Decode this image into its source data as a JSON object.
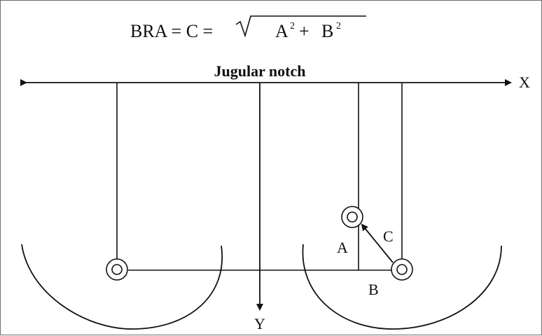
{
  "formula": {
    "lhs": "BRA = C = ",
    "a_term": "A",
    "plus": " + ",
    "b_term": "B",
    "exponent": "2"
  },
  "axis_labels": {
    "x_axis": "X",
    "y_axis": "Y",
    "top_label": "Jugular notch"
  },
  "segment_labels": {
    "a": "A",
    "b": "B",
    "c": "C"
  },
  "colors": {
    "line": "#111111",
    "background": "#ffffff",
    "frame": "#6e6e6e"
  }
}
